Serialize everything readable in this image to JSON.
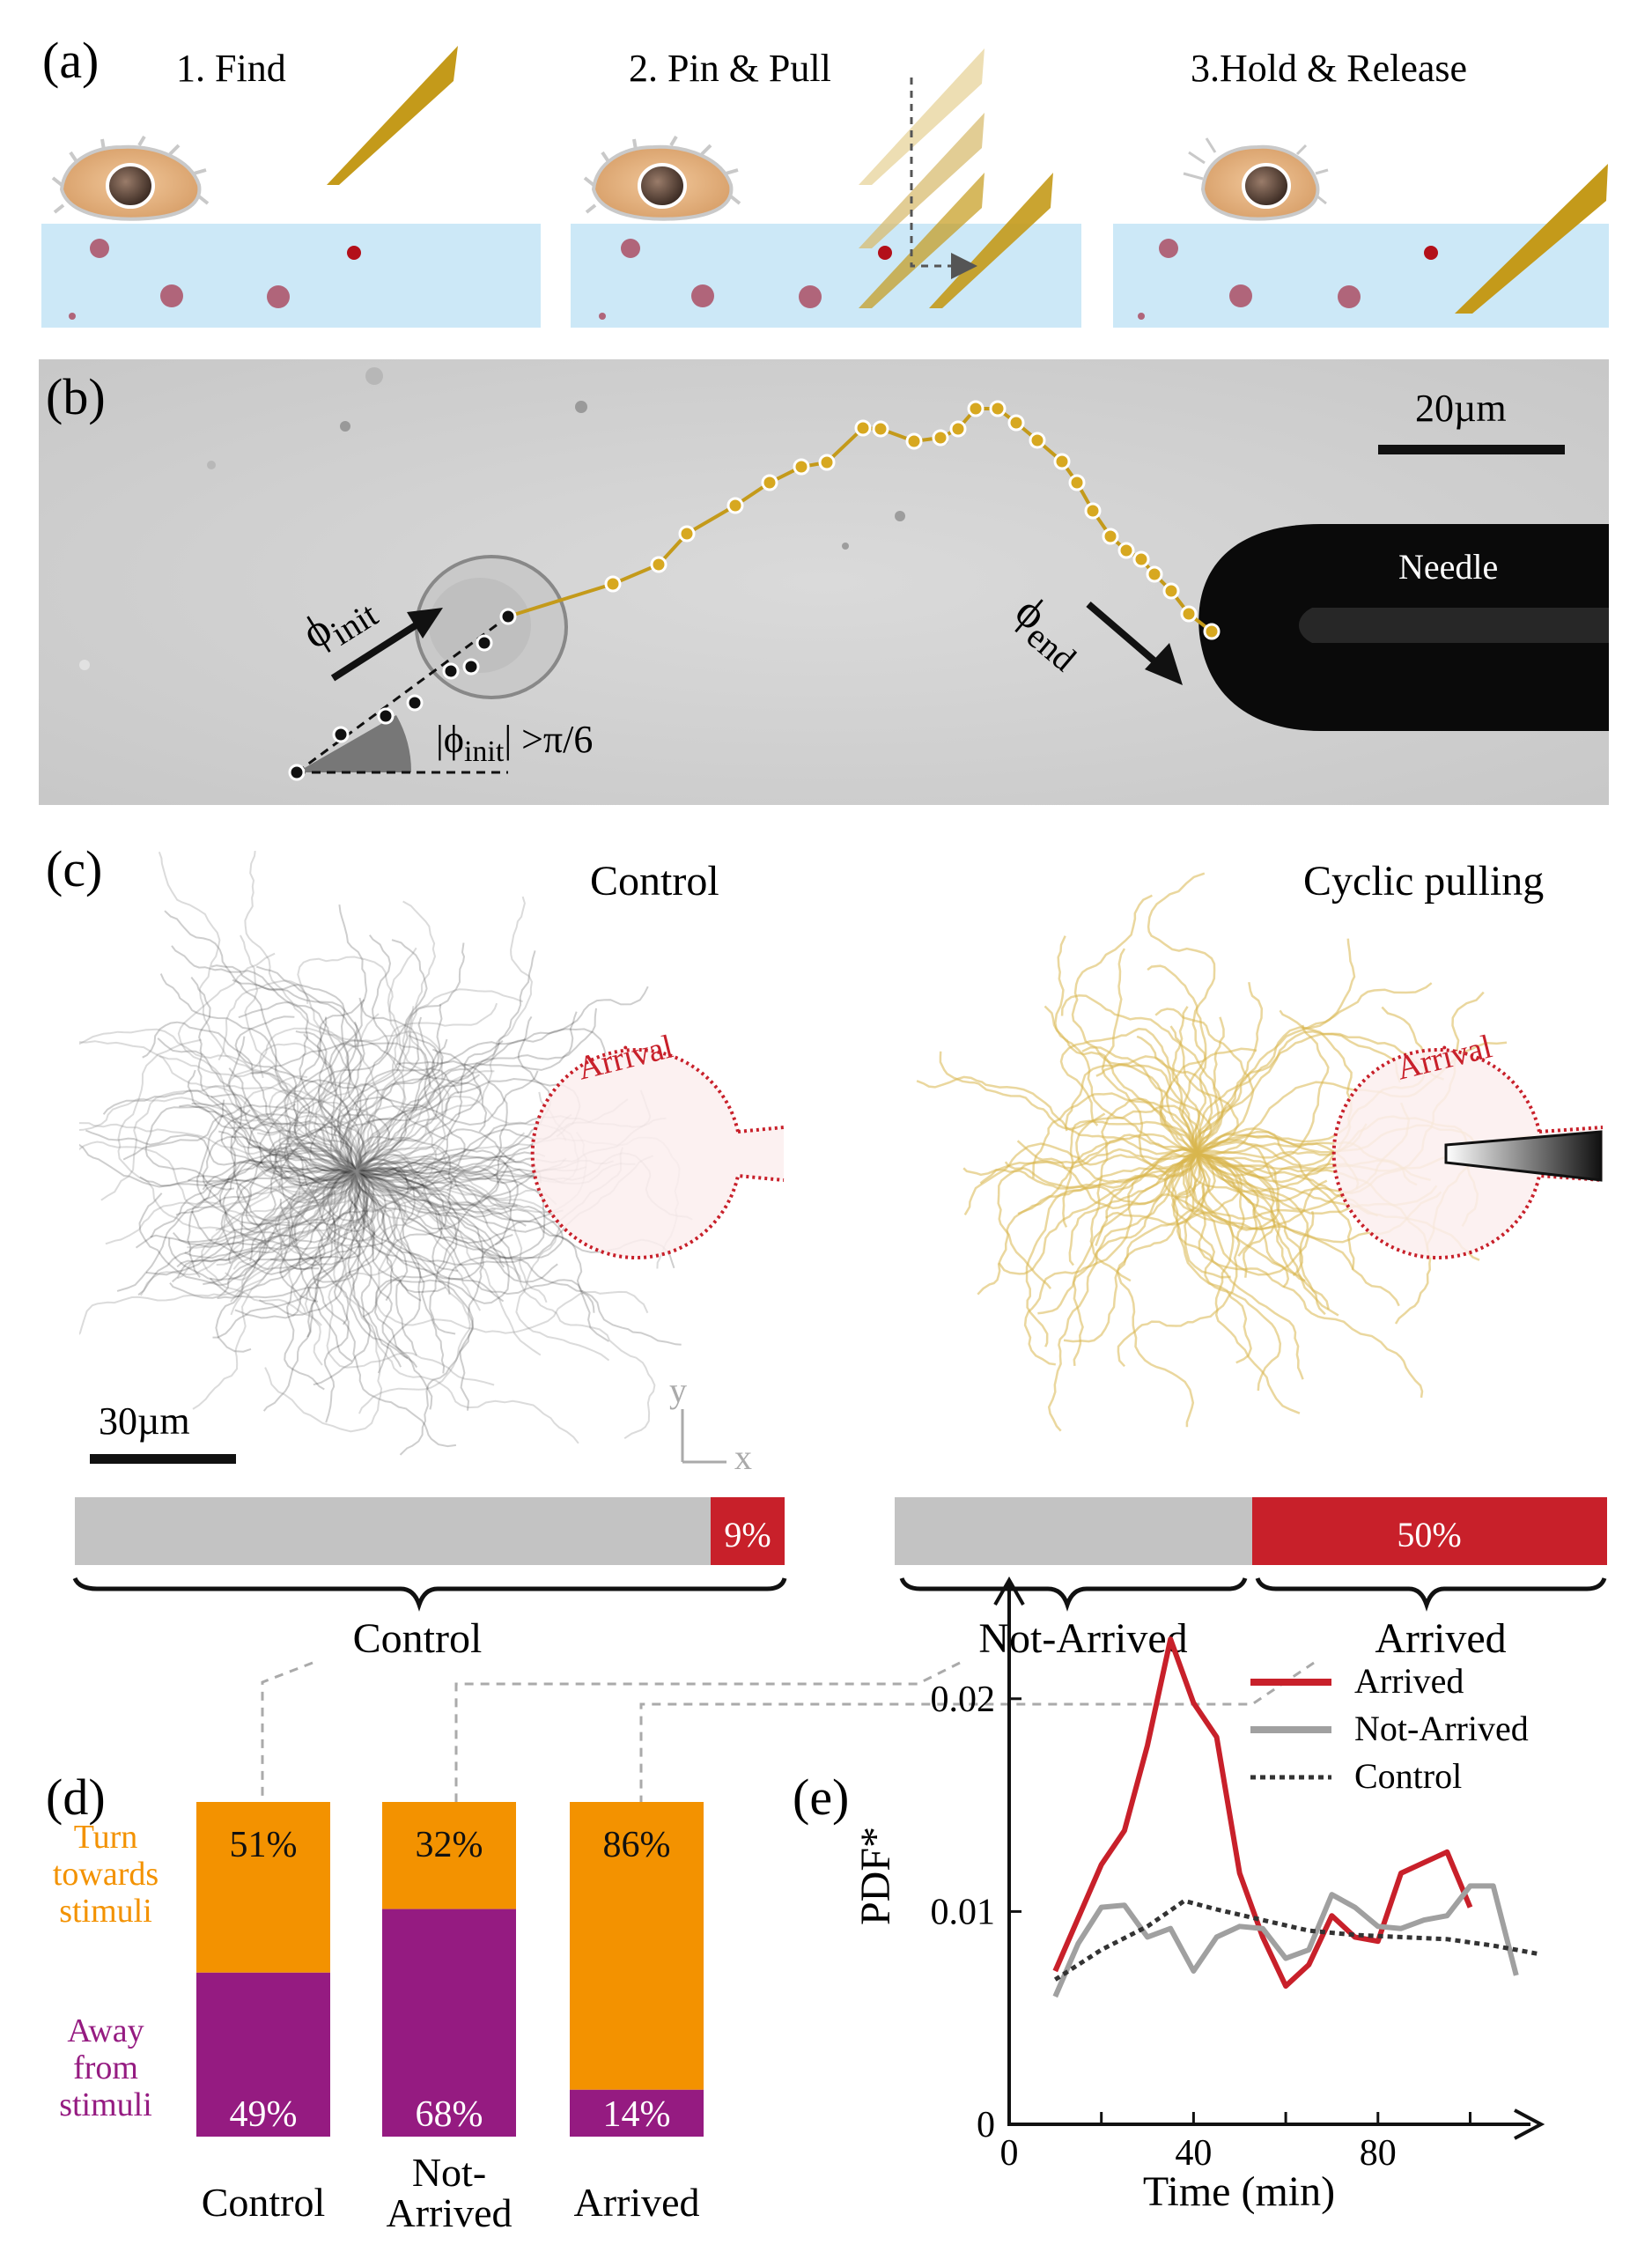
{
  "panel_a": {
    "label": "(a)",
    "steps": [
      "1. Find",
      "2. Pin & Pull",
      "3.Hold & Release"
    ]
  },
  "panel_b": {
    "label": "(b)",
    "scale_bar": "20µm",
    "needle_label": "Needle",
    "phi_init_label": "ϕ",
    "phi_init_sub": "init",
    "phi_end_label": "ϕ",
    "phi_end_sub": "end",
    "angle_condition_prefix": "|ϕ",
    "angle_condition_sub": "init",
    "angle_condition_suffix": "| >π/6"
  },
  "panel_c": {
    "label": "(c)",
    "control_title": "Control",
    "cyclic_title": "Cyclic pulling",
    "arrival_label": "Arrival",
    "scale_bar": "30µm",
    "axis_x": "x",
    "axis_y": "y",
    "control_arrived_pct": "9%",
    "cyclic_arrived_pct": "50%",
    "group_control": "Control",
    "group_not_arrived": "Not-Arrived",
    "group_arrived": "Arrived"
  },
  "panel_d": {
    "label": "(d)",
    "label_towards": [
      "Turn",
      "towards",
      "stimuli"
    ],
    "label_away": [
      "Away",
      "from",
      "stimuli"
    ],
    "bars": [
      {
        "name": "Control",
        "name_lines": [
          "Control"
        ],
        "towards": 51,
        "away": 49,
        "towards_label": "51%",
        "away_label": "49%"
      },
      {
        "name": "Not-Arrived",
        "name_lines": [
          "Not-",
          "Arrived"
        ],
        "towards": 32,
        "away": 68,
        "towards_label": "32%",
        "away_label": "68%"
      },
      {
        "name": "Arrived",
        "name_lines": [
          "Arrived"
        ],
        "towards": 86,
        "away": 14,
        "towards_label": "86%",
        "away_label": "14%"
      }
    ],
    "colors": {
      "towards": "#f39200",
      "away": "#951b81"
    }
  },
  "chart_data": {
    "type": "line",
    "panel_label": "(e)",
    "xlabel": "Time (min)",
    "ylabel": "PDF*",
    "xlim": [
      0,
      115
    ],
    "ylim": [
      0,
      0.025
    ],
    "xticks": [
      0,
      40,
      80
    ],
    "yticks": [
      0,
      0.01,
      0.02
    ],
    "ytick_labels": [
      "0",
      "0.01",
      "0.02"
    ],
    "legend_position": "top-right",
    "grid": false,
    "series": [
      {
        "name": "Arrived",
        "color": "#c8202a",
        "style": "solid",
        "x": [
          10,
          20,
          25,
          30,
          35,
          40,
          45,
          50,
          55,
          60,
          65,
          70,
          75,
          80,
          85,
          90,
          95,
          100
        ],
        "y": [
          0.0072,
          0.0122,
          0.0138,
          0.0178,
          0.0228,
          0.0198,
          0.0182,
          0.0118,
          0.0088,
          0.0065,
          0.0075,
          0.0098,
          0.0088,
          0.0086,
          0.0118,
          0.0123,
          0.0128,
          0.0102
        ]
      },
      {
        "name": "Not-Arrived",
        "color": "#a0a0a0",
        "style": "solid",
        "x": [
          10,
          15,
          20,
          25,
          30,
          35,
          40,
          45,
          50,
          55,
          60,
          65,
          70,
          75,
          80,
          85,
          90,
          95,
          100,
          105,
          110
        ],
        "y": [
          0.006,
          0.0085,
          0.0102,
          0.0103,
          0.0088,
          0.0092,
          0.0072,
          0.0088,
          0.0093,
          0.0092,
          0.0078,
          0.0082,
          0.0108,
          0.0102,
          0.0093,
          0.0092,
          0.0096,
          0.0098,
          0.0112,
          0.0112,
          0.007
        ]
      },
      {
        "name": "Control",
        "color": "#333333",
        "style": "dotted",
        "x": [
          10,
          20,
          30,
          38,
          45,
          55,
          65,
          75,
          85,
          95,
          105,
          115
        ],
        "y": [
          0.0068,
          0.0082,
          0.0093,
          0.0105,
          0.0101,
          0.0096,
          0.0091,
          0.0089,
          0.0088,
          0.0087,
          0.0084,
          0.008
        ]
      }
    ]
  }
}
